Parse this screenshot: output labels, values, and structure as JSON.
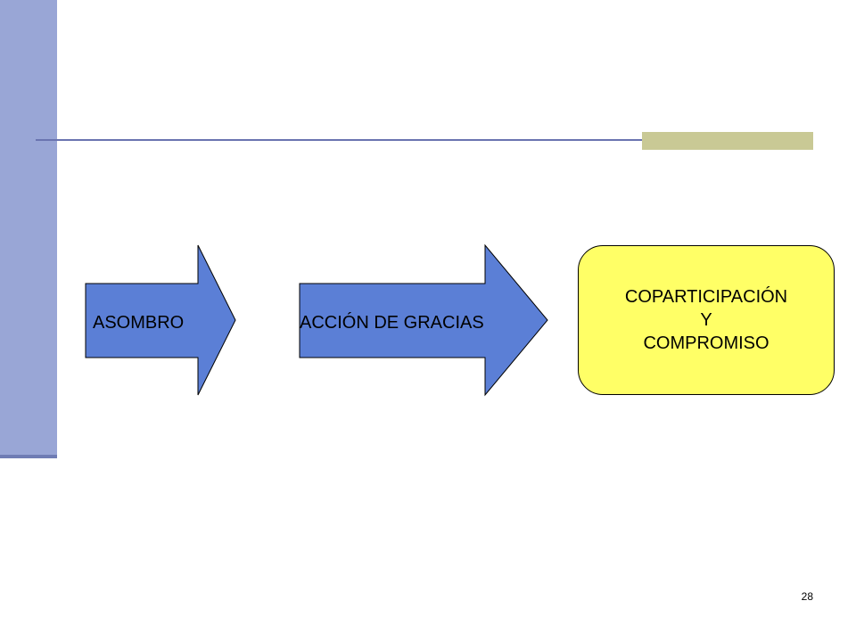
{
  "slide": {
    "page_number": "28"
  },
  "arrows": [
    {
      "label": "ASOMBRO",
      "color": "#5b7fd6"
    },
    {
      "label": "ACCIÓN DE GRACIAS",
      "color": "#5b7fd6"
    }
  ],
  "result_box": {
    "lines": [
      "COPARTICIPACIÓN",
      "Y",
      "COMPROMISO"
    ],
    "color": "#ffff66"
  },
  "theme": {
    "left_bar": "#99a6d6",
    "rule": "#6a74b0",
    "accent": "#c9c995"
  }
}
